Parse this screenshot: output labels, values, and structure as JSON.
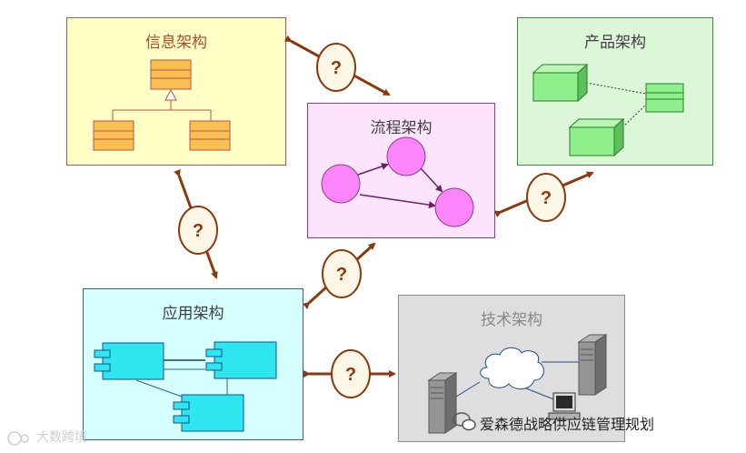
{
  "boxes": {
    "info": {
      "title": "信息架构"
    },
    "product": {
      "title": "产品架构"
    },
    "process": {
      "title": "流程架构"
    },
    "app": {
      "title": "应用架构"
    },
    "tech": {
      "title": "技术架构"
    }
  },
  "connector_label": "?",
  "watermarks": {
    "left": "大数跨境",
    "right": "爱森德战略供应链管理规划"
  },
  "colors": {
    "arrow": "#8b3a0f",
    "question_fill": "#fdf7e8",
    "info_shape": "#f8c050",
    "product_shape": "#8ef08a",
    "process_node": "#fb86fb",
    "app_shape": "#2ee6f0"
  }
}
